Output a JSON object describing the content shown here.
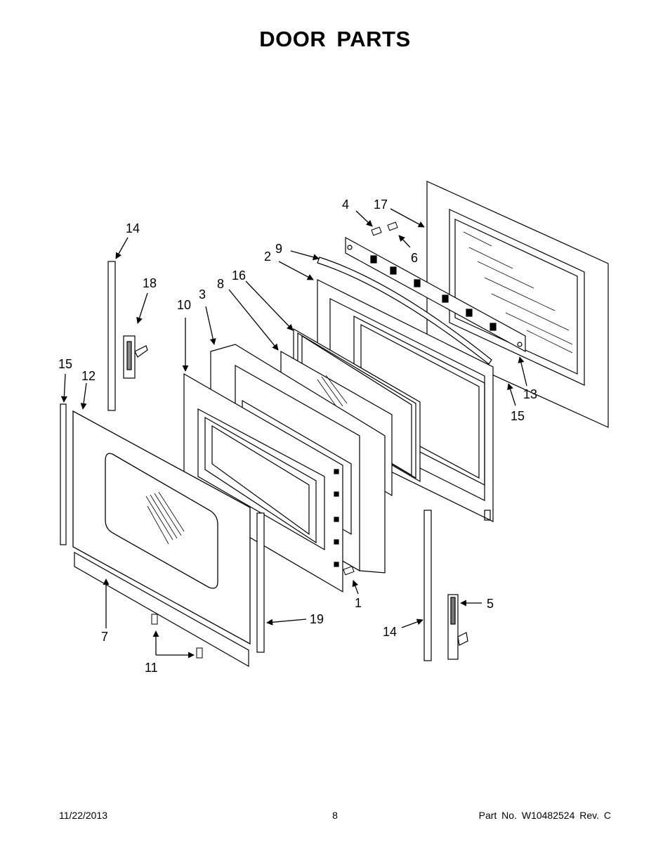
{
  "page": {
    "title": "DOOR PARTS",
    "footer": {
      "date": "11/22/2013",
      "page_number": "8",
      "part_number": "Part No.  W10482524  Rev.  C"
    }
  },
  "callouts": [
    {
      "id": "1",
      "label": "1"
    },
    {
      "id": "2",
      "label": "2"
    },
    {
      "id": "3",
      "label": "3"
    },
    {
      "id": "4",
      "label": "4"
    },
    {
      "id": "5",
      "label": "5"
    },
    {
      "id": "6",
      "label": "6"
    },
    {
      "id": "7",
      "label": "7"
    },
    {
      "id": "8",
      "label": "8"
    },
    {
      "id": "9",
      "label": "9"
    },
    {
      "id": "10",
      "label": "10"
    },
    {
      "id": "11",
      "label": "11"
    },
    {
      "id": "12",
      "label": "12"
    },
    {
      "id": "13",
      "label": "13"
    },
    {
      "id": "14a",
      "label": "14"
    },
    {
      "id": "14b",
      "label": "14"
    },
    {
      "id": "15a",
      "label": "15"
    },
    {
      "id": "15b",
      "label": "15"
    },
    {
      "id": "16",
      "label": "16"
    },
    {
      "id": "17",
      "label": "17"
    },
    {
      "id": "18",
      "label": "18"
    },
    {
      "id": "19",
      "label": "19"
    }
  ]
}
